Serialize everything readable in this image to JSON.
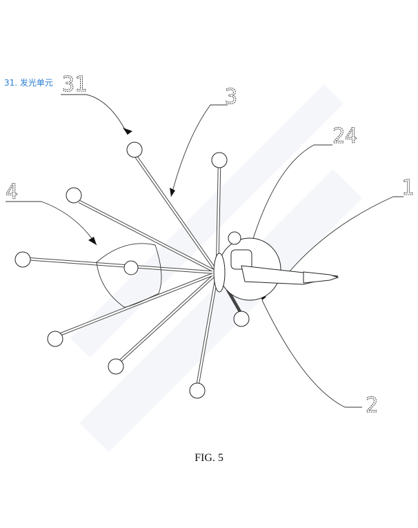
{
  "annotation": "31. 发光单元",
  "caption": "FIG. 5",
  "labels": {
    "l31": "31",
    "l3": "3",
    "l24": "24",
    "l1": "1",
    "l4": "4",
    "l2": "2"
  }
}
